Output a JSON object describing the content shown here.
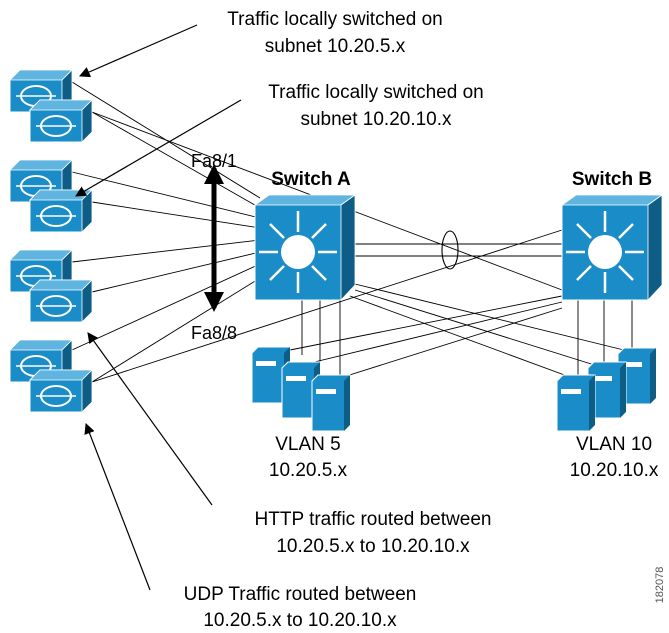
{
  "callouts": {
    "traffic_subnet5": [
      "Traffic locally switched on",
      "subnet 10.20.5.x"
    ],
    "traffic_subnet10": [
      "Traffic locally switched on",
      "subnet 10.20.10.x"
    ],
    "http_routed": [
      "HTTP traffic routed between",
      "10.20.5.x to 10.20.10.x"
    ],
    "udp_routed": [
      "UDP Traffic routed between",
      "10.20.5.x to 10.20.10.x"
    ]
  },
  "ports": {
    "top": "Fa8/1",
    "bottom": "Fa8/8"
  },
  "switches": {
    "a": "Switch A",
    "b": "Switch B"
  },
  "vlans": {
    "vlan5": {
      "name": "VLAN 5",
      "subnet": "10.20.5.x"
    },
    "vlan10": {
      "name": "VLAN 10",
      "subnet": "10.20.10.x"
    }
  },
  "figure_id": "182078",
  "colors": {
    "device_blue": "#1a8cc7",
    "device_dark": "#0d5d86",
    "device_light": "#5fb4e0"
  }
}
